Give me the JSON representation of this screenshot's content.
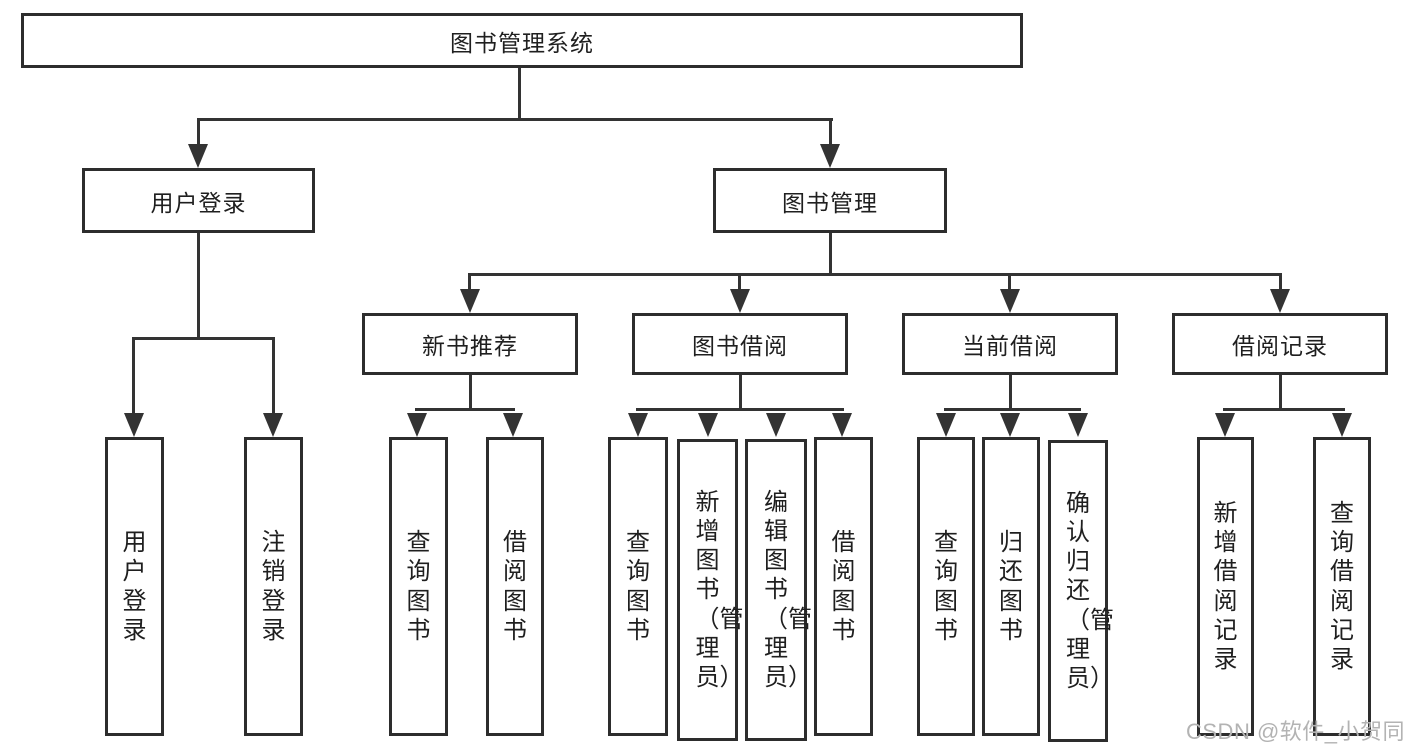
{
  "diagram": {
    "type": "hierarchy-tree",
    "root": {
      "label": "图书管理系统",
      "children": [
        {
          "label": "用户登录",
          "children": [
            {
              "label": "用户登录"
            },
            {
              "label": "注销登录"
            }
          ]
        },
        {
          "label": "图书管理",
          "children": [
            {
              "label": "新书推荐",
              "children": [
                {
                  "label": "查询图书"
                },
                {
                  "label": "借阅图书"
                }
              ]
            },
            {
              "label": "图书借阅",
              "children": [
                {
                  "label": "查询图书"
                },
                {
                  "label": "新增图书（管理员）"
                },
                {
                  "label": "编辑图书（管理员）"
                },
                {
                  "label": "借阅图书"
                }
              ]
            },
            {
              "label": "当前借阅",
              "children": [
                {
                  "label": "查询图书"
                },
                {
                  "label": "归还图书"
                },
                {
                  "label": "确认归还（管理员）"
                }
              ]
            },
            {
              "label": "借阅记录",
              "children": [
                {
                  "label": "新增借阅记录"
                },
                {
                  "label": "查询借阅记录"
                }
              ]
            }
          ]
        }
      ]
    }
  },
  "watermark": {
    "text": "CSDN @软件_小贺同学"
  },
  "colors": {
    "background": "#ffffff",
    "box_border": "#2d2d2d",
    "line": "#333333",
    "text": "#1f1f1f",
    "watermark": "#b3b3b3"
  }
}
